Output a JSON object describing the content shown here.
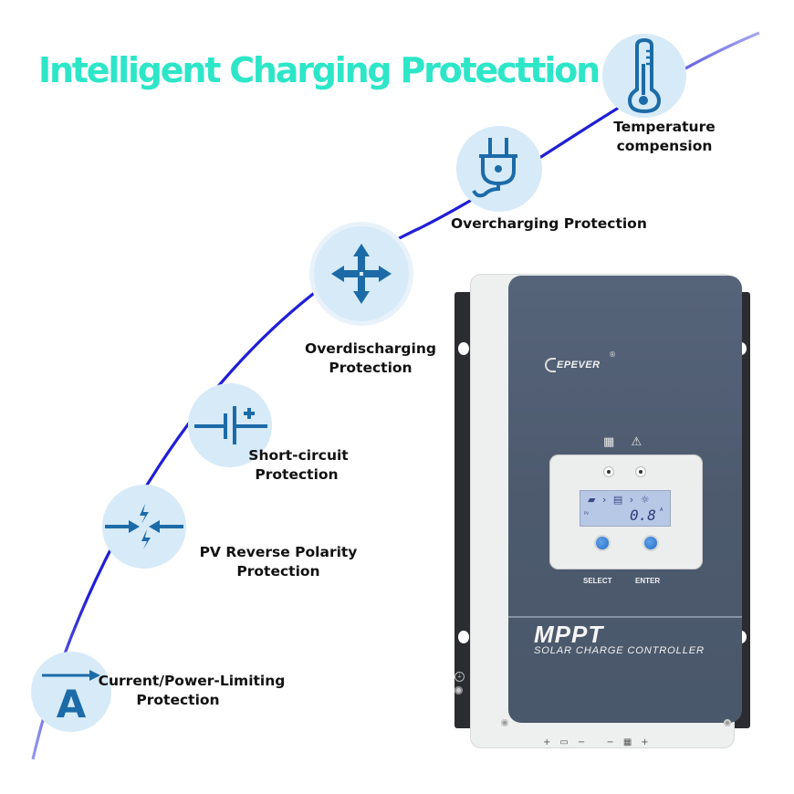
{
  "title": "Intelligent Charging Protecttion",
  "colors": {
    "title": "#2de6c8",
    "curve": "#1f1fd6",
    "circle_fill": "#d6eaf8",
    "icon_stroke": "#1c6ba8",
    "panel": "#4f5c70",
    "shell": "#eef0ef"
  },
  "features": [
    {
      "icon": "current-limit-icon",
      "label_line1": "Current/Power-Limiting",
      "label_line2": "Protection",
      "glyph": "A"
    },
    {
      "icon": "reverse-polarity-icon",
      "label_line1": "PV Reverse Polarity",
      "label_line2": "Protection"
    },
    {
      "icon": "battery-symbol-icon",
      "label_line1": "Short-circuit",
      "label_line2": "Protection"
    },
    {
      "icon": "four-arrows-icon",
      "label_line1": "Overdischarging",
      "label_line2": "Protection"
    },
    {
      "icon": "plug-icon",
      "label_line1": "Overcharging Protection",
      "label_line2": ""
    },
    {
      "icon": "thermometer-icon",
      "label_line1": "Temperature",
      "label_line2": "compension"
    }
  ],
  "device": {
    "brand": "EPEVER",
    "registered": "®",
    "lcd_value": "0.8",
    "lcd_unit": "A",
    "lcd_pv": "PV",
    "buttons": [
      "SELECT",
      "ENTER"
    ],
    "model_title": "MPPT",
    "model_subtitle": "SOLAR CHARGE CONTROLLER",
    "terminal_labels": [
      "+",
      "−",
      "−",
      "+"
    ]
  }
}
